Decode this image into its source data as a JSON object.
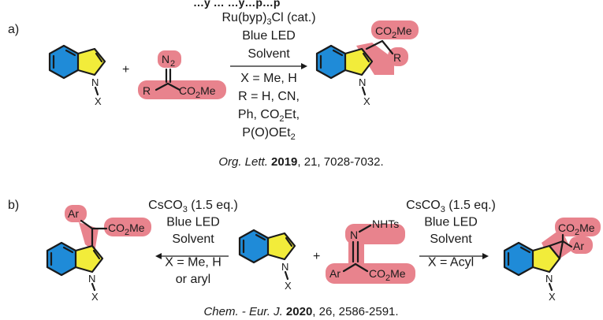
{
  "colors": {
    "benzene_fill": "#1f8bd8",
    "pyrrole_fill": "#f2ec3a",
    "highlight": "#e8838d",
    "ink": "#1a1a1a"
  },
  "partial_header": "…y … …y…p…p",
  "panel_a": {
    "label": "a)",
    "plus": "+",
    "reagent_N2": "N",
    "reagent_N2_sub": "2",
    "reagent_R": "R",
    "reagent_ester": "CO",
    "reagent_ester_sub": "2",
    "reagent_ester_tail": "Me",
    "indole_N": "N",
    "indole_X": "X",
    "conditions": [
      {
        "main": "Ru(byp)",
        "sub": "3",
        "tail": "Cl (cat.)"
      },
      {
        "main": "Blue LED",
        "sub": "",
        "tail": ""
      },
      {
        "main": "Solvent",
        "sub": "",
        "tail": ""
      },
      {
        "main": "X = Me, H",
        "sub": "",
        "tail": ""
      },
      {
        "main": "R = H, CN,",
        "sub": "",
        "tail": ""
      },
      {
        "main": "Ph, CO",
        "sub": "2",
        "tail": "Et,"
      },
      {
        "main": "P(O)OEt",
        "sub": "2",
        "tail": ""
      }
    ],
    "product_ester": "CO",
    "product_ester_sub": "2",
    "product_ester_tail": "Me",
    "product_R": "R",
    "product_N": "N",
    "product_X": "X",
    "citation": {
      "journal": "Org. Lett.",
      "year": "2019",
      "rest": ", 21, 7028-7032."
    }
  },
  "panel_b": {
    "label": "b)",
    "plus": "+",
    "center_N": "N",
    "center_X": "X",
    "left_conditions": [
      {
        "main": "CsCO",
        "sub": "3",
        "tail": " (1.5 eq.)"
      },
      {
        "main": "Blue LED",
        "sub": "",
        "tail": ""
      },
      {
        "main": "Solvent",
        "sub": "",
        "tail": ""
      },
      {
        "main": "X = Me, H",
        "sub": "",
        "tail": ""
      },
      {
        "main": "or aryl",
        "sub": "",
        "tail": ""
      }
    ],
    "right_conditions": [
      {
        "main": "CsCO",
        "sub": "3",
        "tail": " (1.5 eq.)"
      },
      {
        "main": "Blue LED",
        "sub": "",
        "tail": ""
      },
      {
        "main": "Solvent",
        "sub": "",
        "tail": ""
      },
      {
        "main": "X = Acyl",
        "sub": "",
        "tail": ""
      }
    ],
    "hydrazone_NHTs": "NHTs",
    "hydrazone_N": "N",
    "hydrazone_Ar": "Ar",
    "hydrazone_ester": "CO",
    "hydrazone_ester_sub": "2",
    "hydrazone_ester_tail": "Me",
    "left_prod_Ar": "Ar",
    "left_prod_ester": "CO",
    "left_prod_ester_sub": "2",
    "left_prod_ester_tail": "Me",
    "left_prod_N": "N",
    "left_prod_X": "X",
    "right_prod_ester": "CO",
    "right_prod_ester_sub": "2",
    "right_prod_ester_tail": "Me",
    "right_prod_Ar": "Ar",
    "right_prod_N": "N",
    "right_prod_X": "X",
    "citation": {
      "journal": "Chem. - Eur. J.",
      "year": "2020",
      "rest": ", 26, 2586-2591."
    }
  }
}
